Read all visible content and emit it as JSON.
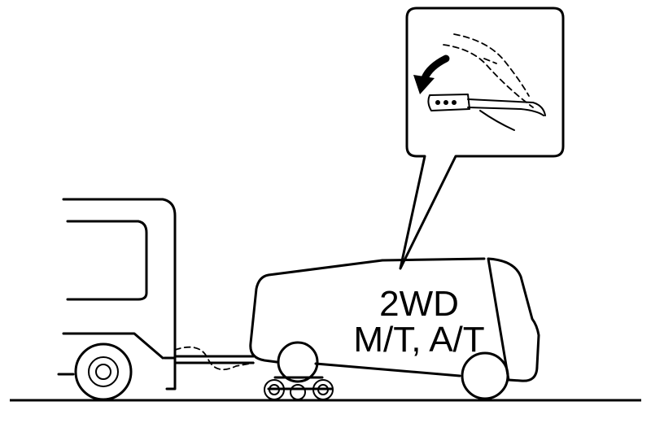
{
  "vehicle_label": {
    "drive_type": "2WD",
    "transmission": "M/T, A/T"
  },
  "icons": {
    "callout_content": "parking-brake-lever-release",
    "dolly": "tow-dolly"
  }
}
